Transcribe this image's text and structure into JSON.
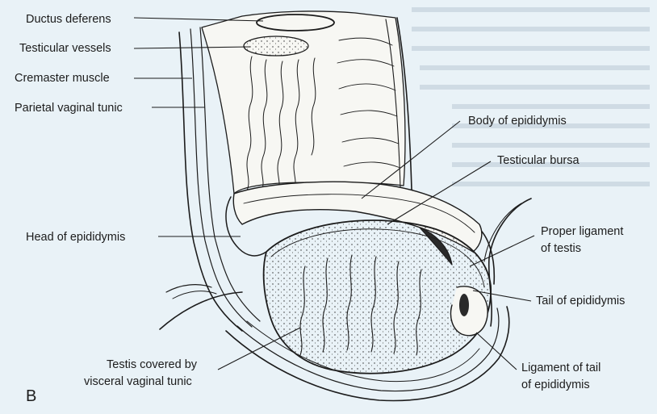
{
  "figure": {
    "panel_letter": "B",
    "colors": {
      "background": "#e9f2f7",
      "ink": "#1c1c1c",
      "fill": "#f7f7f3",
      "backdrop": "#cfdbe4"
    },
    "labels": {
      "ductus_deferens": "Ductus deferens",
      "testicular_vessels": "Testicular vessels",
      "cremaster_muscle": "Cremaster muscle",
      "parietal_vaginal_tunic": "Parietal vaginal tunic",
      "body_of_epididymis": "Body of epididymis",
      "testicular_bursa": "Testicular bursa",
      "head_of_epididymis": "Head of epididymis",
      "proper_ligament_line1": "Proper ligament",
      "proper_ligament_line2": "of testis",
      "tail_of_epididymis": "Tail of epididymis",
      "testis_line1": "Testis covered by",
      "testis_line2": "visceral vaginal tunic",
      "ligament_tail_line1": "Ligament of tail",
      "ligament_tail_line2": "of epididymis"
    }
  }
}
